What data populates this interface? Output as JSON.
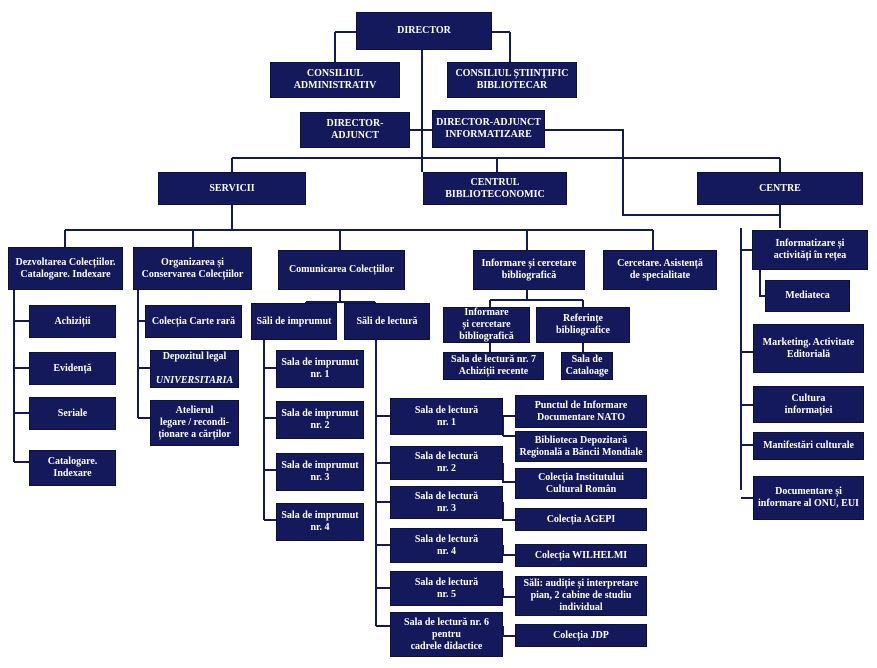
{
  "colors": {
    "box": "#14195c",
    "text": "#ffffff",
    "line": "#14195c"
  },
  "top": {
    "director": "DIRECTOR",
    "consiliul_administrativ": "CONSILIUL\nADMINISTRATIV",
    "consiliul_stiintific": "CONSILIUL ȘTIINȚIFIC\nBIBLIOTECAR",
    "director_adjunct": "DIRECTOR-ADJUNCT",
    "director_adjunct_informatizare": "DIRECTOR-ADJUNCT\nINFORMATIZARE"
  },
  "main": {
    "servicii": "SERVICII",
    "centrul": "CENTRUL\nBIBLIOTECONOMIC",
    "centre": "CENTRE"
  },
  "servicii": {
    "dezvoltarea": "Dezvoltarea Colecțiilor.\nCatalogare. Indexare",
    "dezvoltarea_items": [
      "Achiziții",
      "Evidență",
      "Seriale",
      "Catalogare.\nIndexare"
    ],
    "organizarea": "Organizarea și\nConservarea Colecțiilor",
    "colectia_carte_rara": "Colecția Carte rară",
    "depozitul_legal": "Depozitul legal",
    "universitaria": "UNIVERSITARIA",
    "atelierul": "Atelierul\nlegare / recondi-\nționare a cărților",
    "comunicarea": "Comunicarea Colecțiilor",
    "sali_imprumut": "Săli de imprumut",
    "sali_imprumut_items": [
      "Sala de imprumut\nnr. 1",
      "Sala de imprumut\nnr. 2",
      "Sala de imprumut\nnr. 3",
      "Sala de imprumut\nnr. 4"
    ],
    "sali_lectura": "Săli de lectură",
    "sali_lectura_items": [
      "Sala de lectură\nnr. 1",
      "Sala de lectură\nnr. 2",
      "Sala de lectură\nnr. 3",
      "Sala de lectură\nnr. 4",
      "Sala de lectură\nnr. 5",
      "Sala de lectură nr. 6\npentru\ncadrele didactice"
    ],
    "sali_lectura_annex": [
      "Punctul de Informare\nDocumentare NATO",
      "Biblioteca Depozitară\nRegională a Băncii Mondiale",
      "Colecția Institutului\nCultural Român",
      "Colecția AGEPI",
      "Colecția WILHELMI",
      "Săli: audiție și interpretare\npian, 2 cabine de studiu\nindividual",
      "Colecția JDP"
    ],
    "informare": "Informare și cercetare\nbibliografică",
    "informare_sub": "Informare\nși cercetare\nbibliografică",
    "sala_lectura_7": "Sala de lectură nr. 7\nAchiziții recente",
    "referinte": "Referințe\nbibliografice",
    "sala_cataloage": "Sala de\nCataloage",
    "cercetare": "Cercetare. Asistență\nde specialitate"
  },
  "centre": {
    "informatizare": "Informatizare și\nactivități în rețea",
    "mediateca": "Mediateca",
    "marketing": "Marketing. Activitate\nEditorială",
    "cultura": "Cultura\ninformației",
    "manifestari": "Manifestări culturale",
    "documentare": "Documentare și\ninformare al ONU, EUI"
  }
}
